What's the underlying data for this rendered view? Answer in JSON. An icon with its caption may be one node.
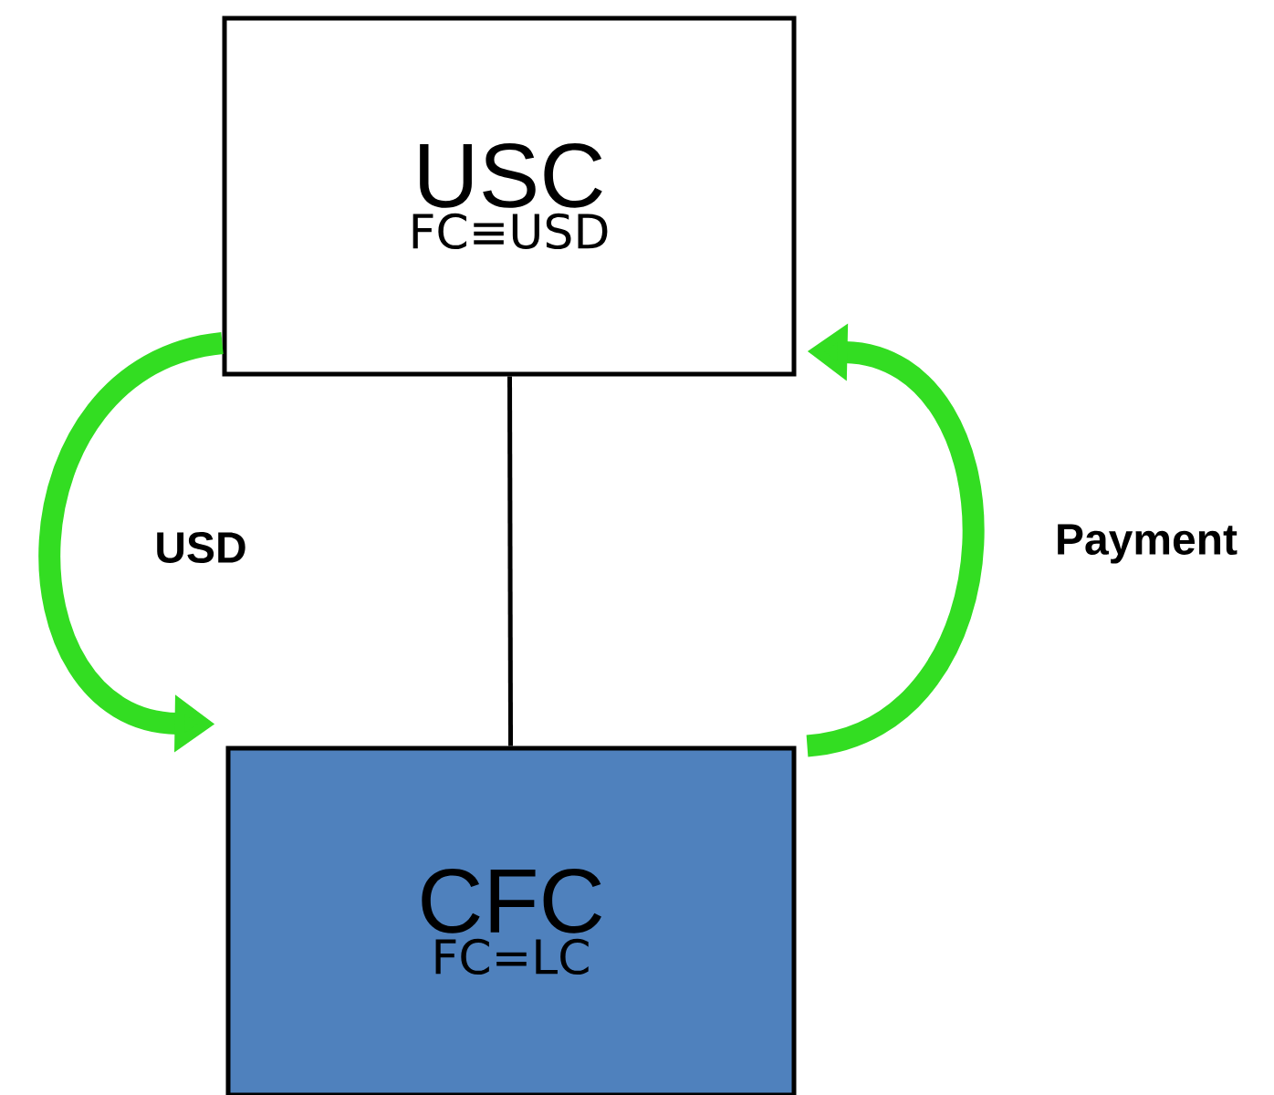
{
  "diagram": {
    "nodes": [
      {
        "text": [
          "USC",
          "FC≡USD"
        ]
      },
      {
        "text": [
          "CFC",
          "FC=LC"
        ]
      }
    ],
    "edges": [
      {
        "from": 0,
        "to": 1,
        "arrow": "none",
        "color": "#000000"
      },
      {
        "from": 0,
        "to": 1,
        "arrow": "to",
        "label": "USD"
      },
      {
        "from": 1,
        "to": 0,
        "arrow": "to",
        "label": "Payment"
      }
    ]
  }
}
